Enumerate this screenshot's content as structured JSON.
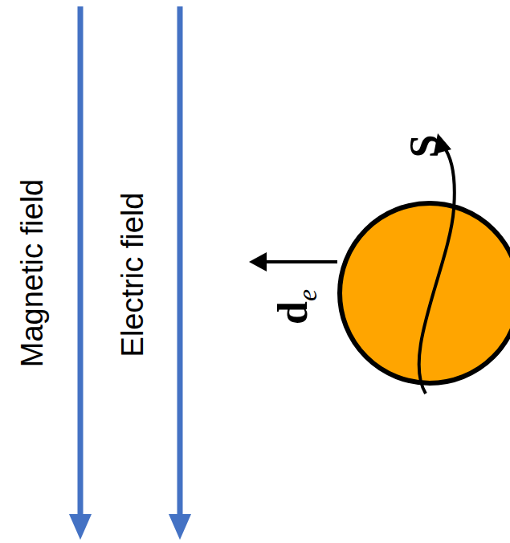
{
  "diagram": {
    "labels": [
      "Magnetic field",
      "Electric field",
      "d",
      "e",
      "S"
    ]
  }
}
